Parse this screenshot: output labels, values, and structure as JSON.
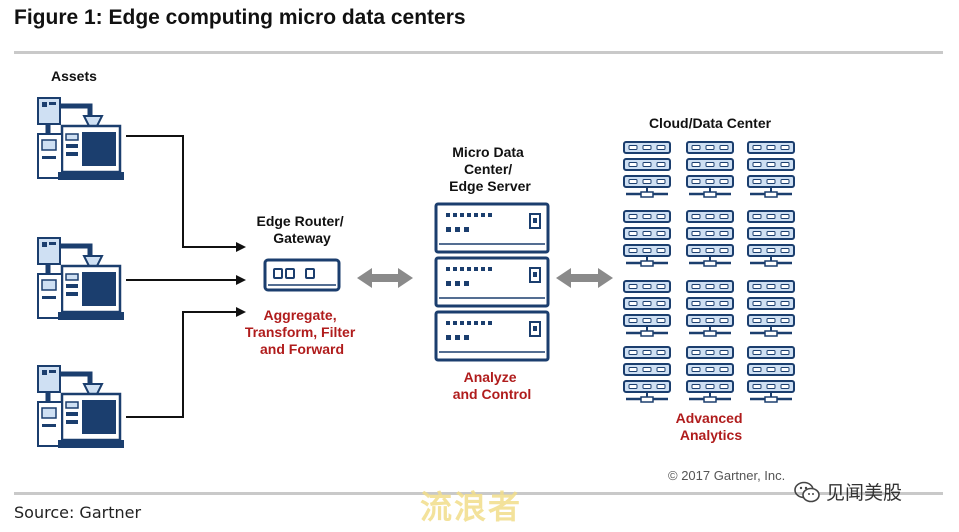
{
  "figure": {
    "title": "Figure 1: Edge computing micro data centers",
    "source": "Source: Gartner",
    "copyright": "© 2017 Gartner, Inc."
  },
  "assets": {
    "label": "Assets"
  },
  "router": {
    "label_lines": [
      "Edge Router/",
      "Gateway"
    ],
    "function_lines": [
      "Aggregate,",
      "Transform, Filter",
      "and Forward"
    ]
  },
  "micro_dc": {
    "label_lines": [
      "Micro Data",
      "Center/",
      "Edge Server"
    ],
    "function_lines": [
      "Analyze",
      "and Control"
    ]
  },
  "cloud": {
    "label": "Cloud/Data Center",
    "function_lines": [
      "Advanced",
      "Analytics"
    ]
  },
  "watermark": {
    "cn_text": "流浪者",
    "account": "见闻美股",
    "icon": "wechat-icon"
  },
  "colors": {
    "navy": "#1b3e6e",
    "blue_light": "#cfe0f3",
    "red_text": "#b01c1c",
    "arrow_gray": "#8a8a8a"
  }
}
